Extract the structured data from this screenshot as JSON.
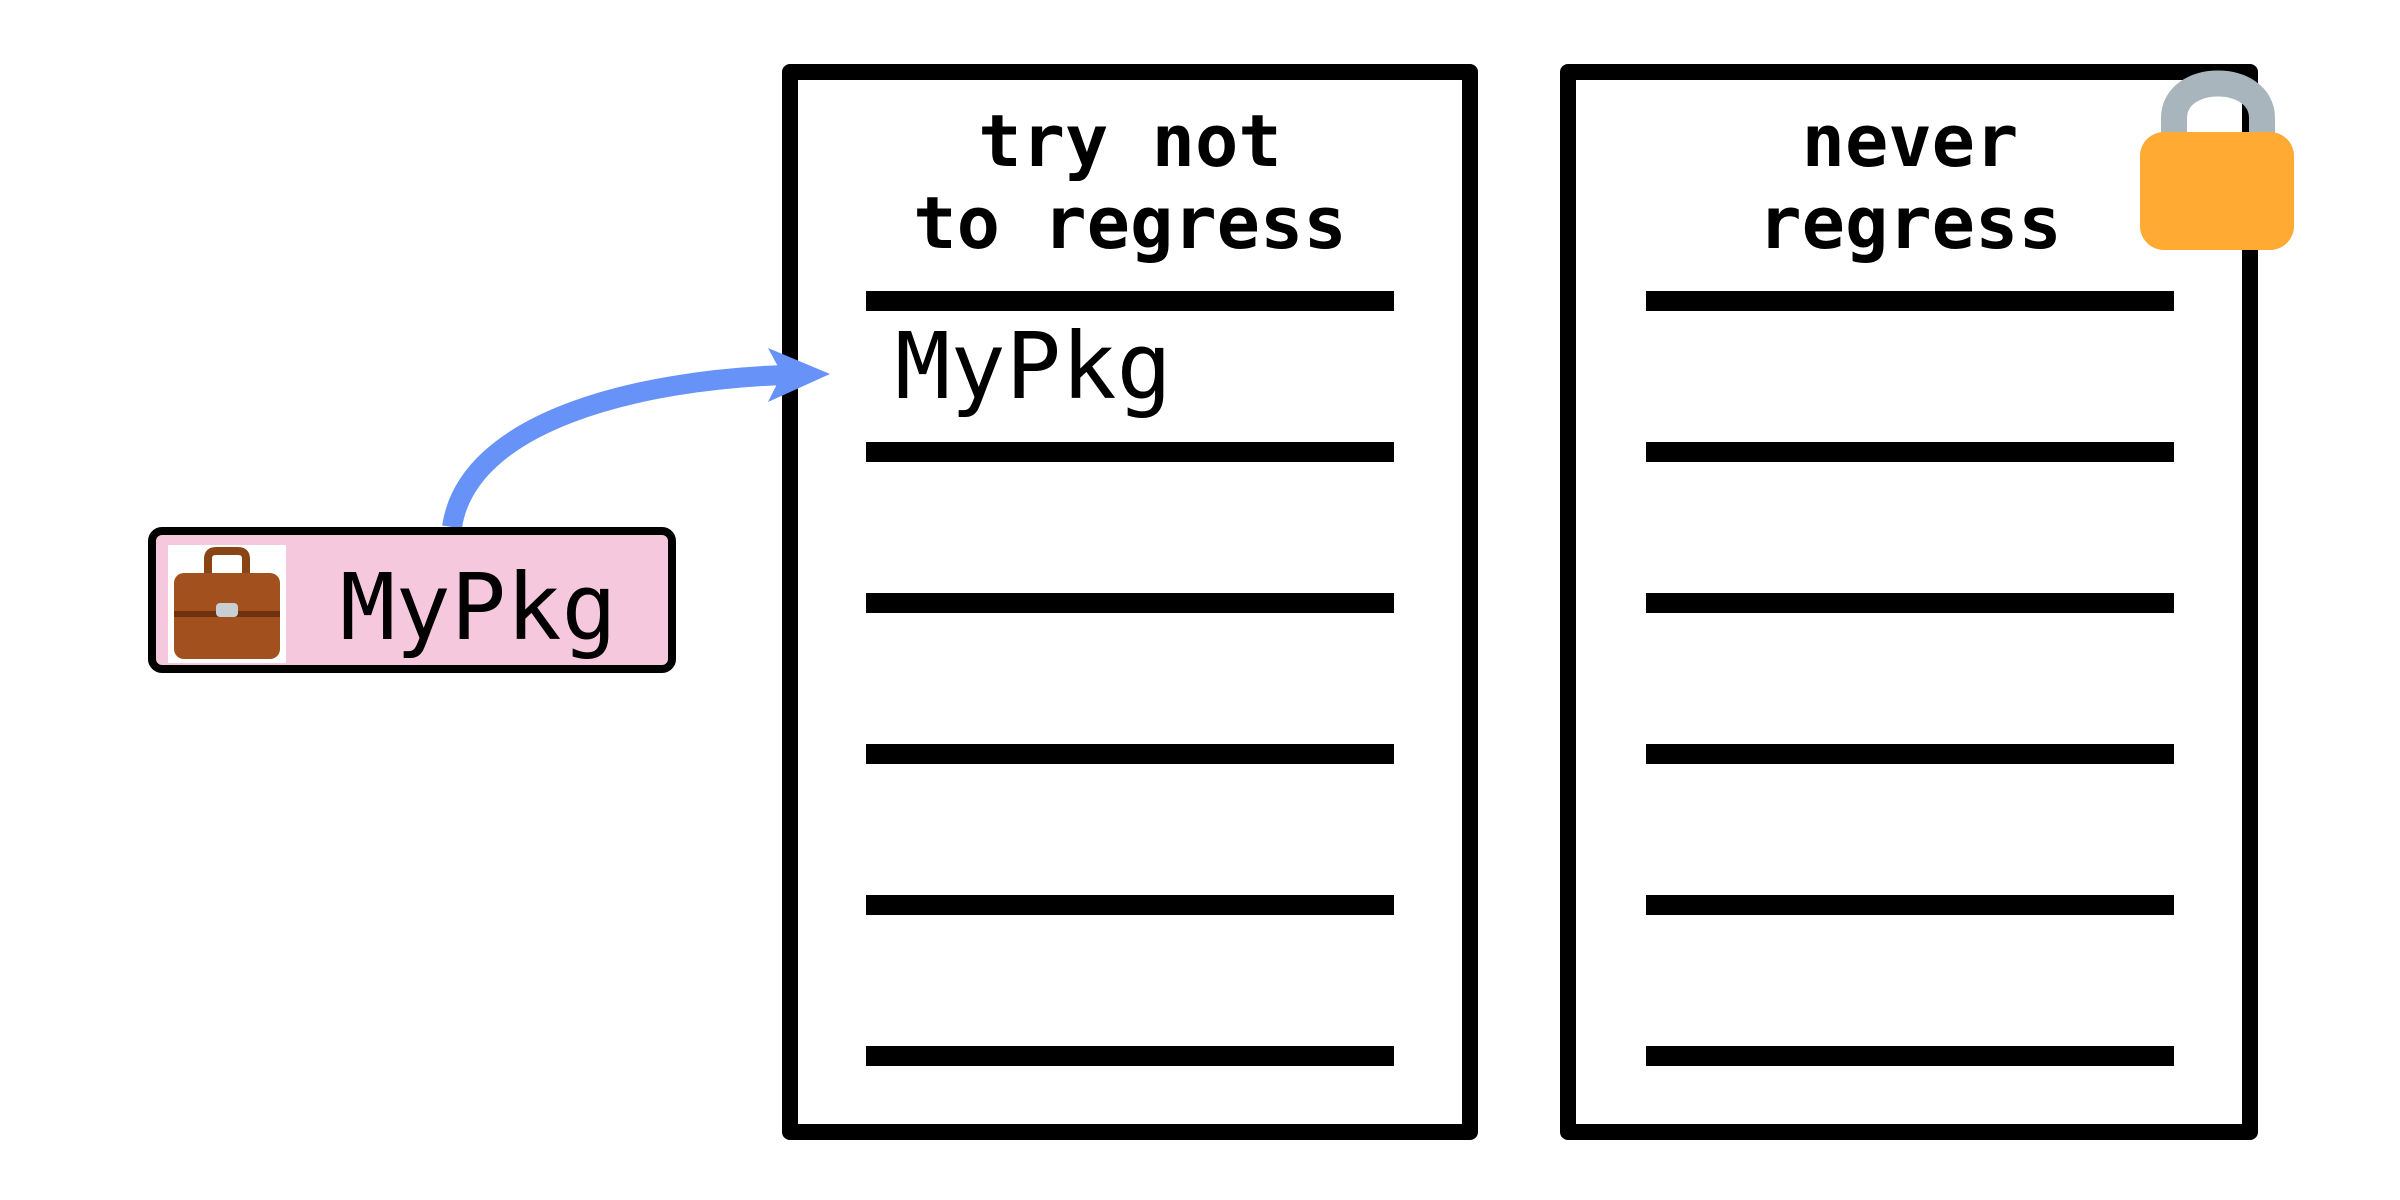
{
  "package": {
    "name": "MyPkg",
    "icon": "briefcase-icon"
  },
  "columns": [
    {
      "title_lines": [
        "try not",
        "to regress"
      ],
      "entries": [
        "MyPkg"
      ]
    },
    {
      "title_lines": [
        "never",
        "regress"
      ],
      "entries": [],
      "icon": "lock-icon"
    }
  ],
  "colors": {
    "arrow": "#6792f7",
    "card_fill": "#f5c8de",
    "lock_body": "#ffaa33",
    "lock_shackle": "#a9b5bd",
    "briefcase": "#a2501e"
  }
}
